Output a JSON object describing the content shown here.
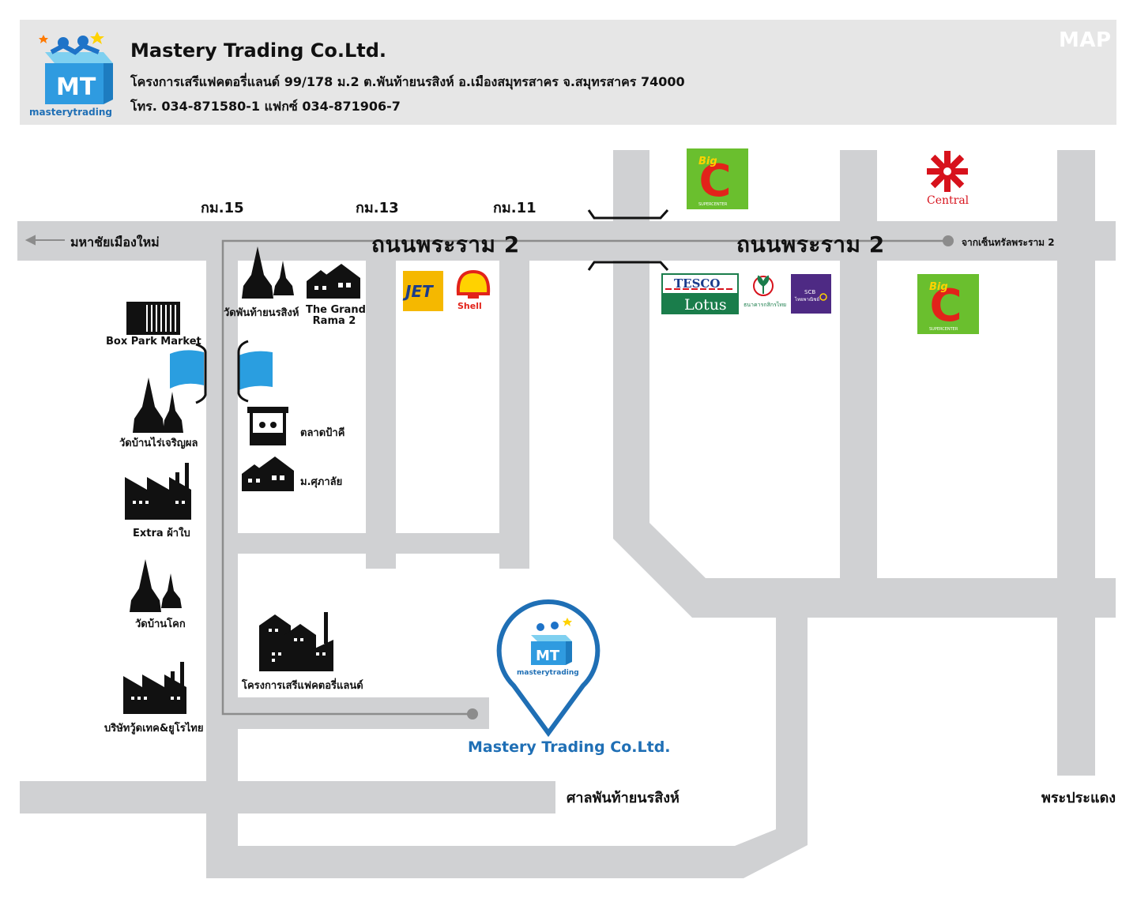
{
  "header": {
    "company_name": "Mastery Trading Co.Ltd.",
    "address": "โครงการเสรีแฟคตอรี่แลนด์ 99/178 ม.2 ต.พันท้ายนรสิงห์ อ.เมืองสมุทรสาคร จ.สมุทรสาคร 74000",
    "phone": "โทร. 034-871580-1 แฟกซ์ 034-871906-7",
    "map_label": "MAP",
    "logo_text": "masterytrading",
    "logo_letters": "MT"
  },
  "roads": {
    "main_left": "ถนนพระราม 2",
    "main_right": "ถนนพระราม 2",
    "km15": "กม.15",
    "km13": "กม.13",
    "km11": "กม.11",
    "to_mahachai": "มหาชัยเมืองใหม่",
    "from_central": "จากเซ็นทรัลพระราม 2",
    "san_phanthai": "ศาลพันท้ายนรสิงห์",
    "phra_pradaeng": "พระประแดง"
  },
  "landmarks": {
    "box_park": "Box Park Market",
    "wat_ban_rai": "วัดบ้านไร่เจริญผล",
    "extra_phabai": "Extra ผ้าใบ",
    "wat_ban_khok": "วัดบ้านโคก",
    "woodtech": "บริษัทวู้ดเทค&ยูโรไทย",
    "wat_phanthai": "วัดพันท้ายนรสิงห์",
    "grand_rama2_line1": "The Grand",
    "grand_rama2_line2": "Rama 2",
    "talad_paki": "ตลาดป้าคี",
    "supalai": "ม.ศุภาลัย",
    "seri_factory": "โครงการเสรีแฟคตอรี่แลนด์"
  },
  "brands": {
    "jet": "JET",
    "shell": "Shell",
    "tesco": "TESCO",
    "lotus": "Lotus",
    "kbank": "ธนาคารกสิกรไทย",
    "scb_line1": "SCB",
    "scb_line2": "ไทยพาณิชย์",
    "bigc_top": "Big",
    "bigc_letter": "C",
    "bigc_sub": "SUPERCENTER",
    "central": "Central"
  },
  "destination": {
    "name": "Mastery Trading Co.Ltd.",
    "logo_text": "masterytrading"
  },
  "colors": {
    "road": "#d0d1d3",
    "header_bg": "#e6e6e6",
    "brand_blue": "#1f6fb5",
    "jet_yellow": "#f5b800",
    "shell_red": "#e2231a",
    "tesco_green": "#1a7d4b",
    "bigc_green": "#6abf2e",
    "central_red": "#d7121c",
    "scb_purple": "#4e2a84"
  }
}
